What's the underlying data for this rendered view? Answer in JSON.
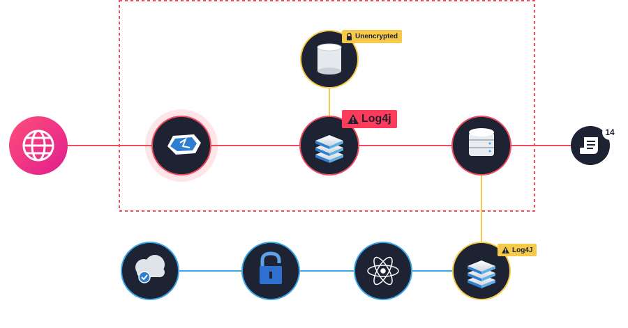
{
  "labels": {
    "unencrypted": "Unencrypted",
    "log4j_primary": "Log4j",
    "log4j_secondary": "Log4J"
  },
  "alert_count": "14",
  "icons": {
    "internet": "globe-icon",
    "gateway": "shield-icon",
    "storage": "cylinder-icon",
    "server": "layers-icon",
    "database": "database-icon",
    "logs": "log-document-icon",
    "cloud": "cloud-check-icon",
    "vault": "padlock-icon",
    "app": "atom-icon",
    "server_secondary": "layers-icon",
    "warning": "warning-icon",
    "lock": "lock-icon"
  },
  "colors": {
    "attack_path": "#f04a5f",
    "internal_path": "#3aa6e8",
    "alert_yellow": "#f6c94b",
    "critical_red": "#ff3b5c",
    "node_fill": "#1d2333",
    "internet_pink": "#f0306a"
  }
}
